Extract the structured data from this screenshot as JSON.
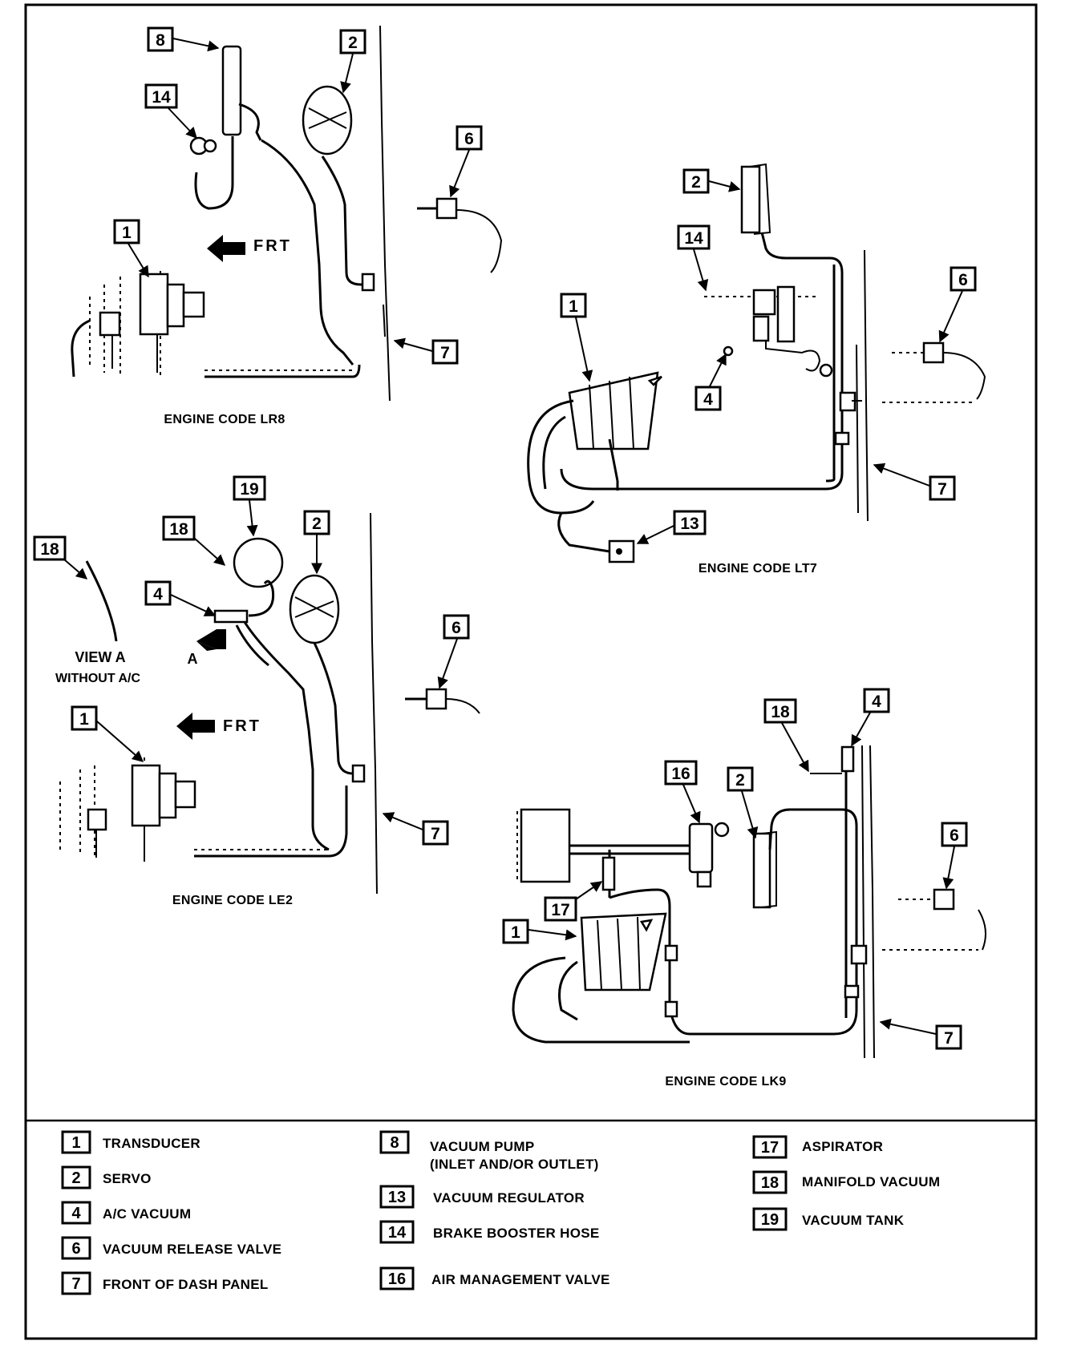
{
  "diagrams": {
    "lr8": {
      "caption": "ENGINE CODE LR8",
      "frt": "FRT",
      "callouts": {
        "c8": "8",
        "c14": "14",
        "c2": "2",
        "c6": "6",
        "c1": "1",
        "c7": "7"
      }
    },
    "lt7": {
      "caption": "ENGINE CODE LT7",
      "callouts": {
        "c2": "2",
        "c14": "14",
        "c6": "6",
        "c1": "1",
        "c4": "4",
        "c7": "7",
        "c13": "13"
      }
    },
    "le2": {
      "caption": "ENGINE CODE LE2",
      "frt": "FRT",
      "arrow_label": "A",
      "view_line1": "VIEW A",
      "view_line2": "WITHOUT A/C",
      "callouts": {
        "c19": "19",
        "c18a": "18",
        "c2": "2",
        "c18b": "18",
        "c4": "4",
        "c6": "6",
        "c1": "1",
        "c7": "7"
      }
    },
    "lk9": {
      "caption": "ENGINE CODE LK9",
      "callouts": {
        "c18": "18",
        "c4": "4",
        "c16": "16",
        "c2": "2",
        "c6": "6",
        "c17": "17",
        "c1": "1",
        "c7": "7"
      }
    }
  },
  "legend": [
    {
      "num": "1",
      "label": "TRANSDUCER"
    },
    {
      "num": "2",
      "label": "SERVO"
    },
    {
      "num": "4",
      "label": "A/C VACUUM"
    },
    {
      "num": "6",
      "label": "VACUUM RELEASE VALVE"
    },
    {
      "num": "7",
      "label": "FRONT OF DASH PANEL"
    },
    {
      "num": "8",
      "label": "VACUUM PUMP",
      "label2": "(INLET AND/OR OUTLET)"
    },
    {
      "num": "13",
      "label": "VACUUM REGULATOR"
    },
    {
      "num": "14",
      "label": "BRAKE BOOSTER HOSE"
    },
    {
      "num": "16",
      "label": "AIR MANAGEMENT VALVE"
    },
    {
      "num": "17",
      "label": "ASPIRATOR"
    },
    {
      "num": "18",
      "label": "MANIFOLD VACUUM"
    },
    {
      "num": "19",
      "label": "VACUUM TANK"
    }
  ]
}
